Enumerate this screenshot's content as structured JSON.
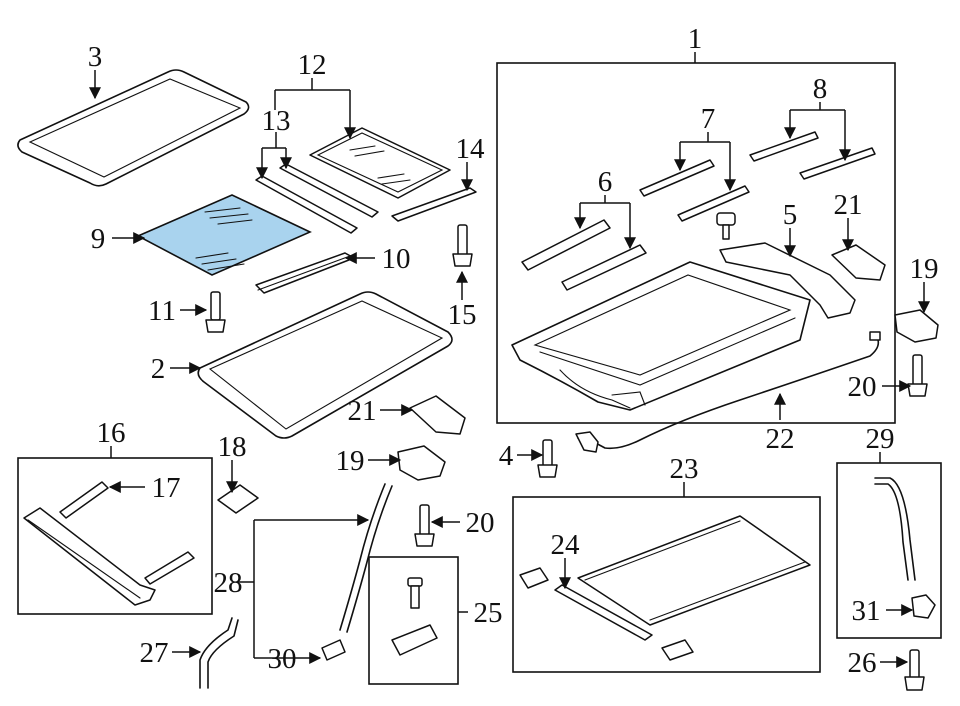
{
  "highlight_color": "#a9d3ee",
  "callouts": [
    "1",
    "2",
    "3",
    "4",
    "5",
    "6",
    "7",
    "8",
    "9",
    "10",
    "11",
    "12",
    "13",
    "14",
    "15",
    "16",
    "17",
    "18",
    "19",
    "19",
    "20",
    "20",
    "21",
    "21",
    "22",
    "23",
    "24",
    "25",
    "26",
    "27",
    "28",
    "29",
    "30",
    "31"
  ]
}
